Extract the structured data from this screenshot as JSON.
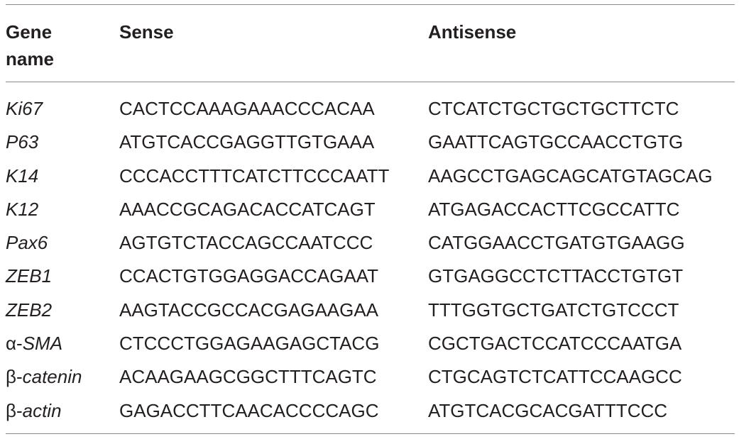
{
  "table": {
    "headers": {
      "gene": "Gene\nname",
      "sense": "Sense",
      "antisense": "Antisense"
    },
    "rows": [
      {
        "gene_prefix": "",
        "gene": "Ki67",
        "sense": "CACTCCAAAGAAACCCACAA",
        "antisense": "CTCATCTGCTGCTGCTTCTC"
      },
      {
        "gene_prefix": "",
        "gene": "P63",
        "sense": "ATGTCACCGAGGTTGTGAAA",
        "antisense": "GAATTCAGTGCCAACCTGTG"
      },
      {
        "gene_prefix": "",
        "gene": "K14",
        "sense": "CCCACCTTTCATCTTCCCAATT",
        "antisense": "AAGCCTGAGCAGCATGTAGCAG"
      },
      {
        "gene_prefix": "",
        "gene": "K12",
        "sense": "AAACCGCAGACACCATCAGT",
        "antisense": "ATGAGACCACTTCGCCATTC"
      },
      {
        "gene_prefix": "",
        "gene": "Pax6",
        "sense": "AGTGTCTACCAGCCAATCCC",
        "antisense": "CATGGAACCTGATGTGAAGG"
      },
      {
        "gene_prefix": "",
        "gene": "ZEB1",
        "sense": "CCACTGTGGAGGACCAGAAT",
        "antisense": "GTGAGGCCTCTTACCTGTGT"
      },
      {
        "gene_prefix": "",
        "gene": "ZEB2",
        "sense": "AAGTACCGCCACGAGAAGAA",
        "antisense": "TTTGGTGCTGATCTGTCCCT"
      },
      {
        "gene_prefix": "α-",
        "gene": "SMA",
        "sense": "CTCCCTGGAGAAGAGCTACG",
        "antisense": "CGCTGACTCCATCCCAATGA"
      },
      {
        "gene_prefix": "β-",
        "gene": "catenin",
        "sense": "ACAAGAAGCGGCTTTCAGTC",
        "antisense": "CTGCAGTCTCATTCCAAGCC"
      },
      {
        "gene_prefix": "β-",
        "gene": "actin",
        "sense": "GAGACCTTCAACACCCCAGC",
        "antisense": "ATGTCACGCACGATTTCCC"
      }
    ]
  }
}
